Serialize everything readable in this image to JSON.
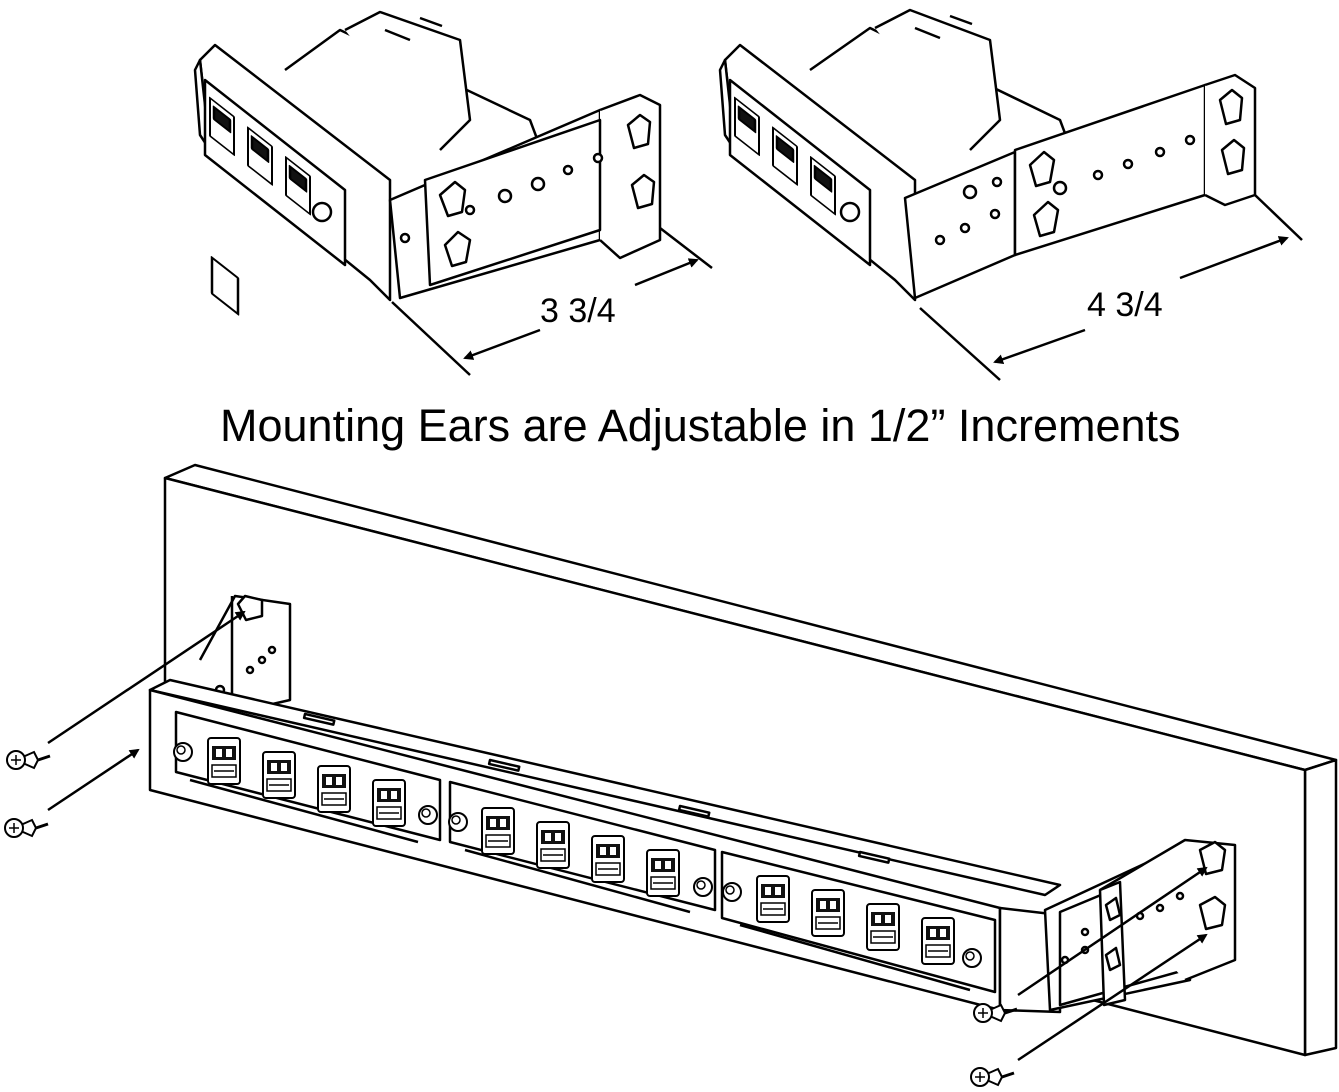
{
  "caption": "Mounting Ears are Adjustable in 1/2” Increments",
  "dimensions": {
    "short_setting": "3 3/4",
    "long_setting": "4 3/4"
  },
  "colors": {
    "line": "#000000",
    "background": "#ffffff"
  }
}
